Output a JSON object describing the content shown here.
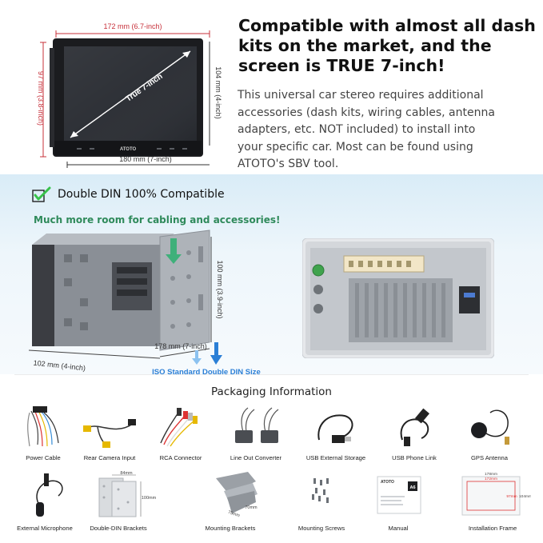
{
  "top": {
    "dim_width": "172 mm (6.7-inch)",
    "dim_height_left": "97 mm (3.8-inch)",
    "dim_height_right": "104 mm (4-inch)",
    "dim_bottom": "180 mm (7-inch)",
    "diagonal": "True 7-inch",
    "brand": "ATOTO",
    "headline": [
      "Compatible with almost all dash",
      "kits on the market, and the",
      "screen is TRUE 7-inch!"
    ],
    "description": [
      "This universal car stereo requires additional",
      "accessories (dash kits, wiring cables, antenna",
      "adapters, etc. NOT included) to install into",
      "your specific car. Most can be found using",
      "ATOTO's SBV tool."
    ]
  },
  "din": {
    "compat": "Double DIN 100% Compatible",
    "room": "Much more room for cabling and accessories!",
    "dim_height": "100 mm (3.9-inch)",
    "dim_depth": "178 mm (7-inch)",
    "dim_width": "102 mm (4-inch)",
    "iso": "ISO Standard Double DIN Size"
  },
  "packaging": {
    "title": "Packaging Information",
    "items": [
      {
        "label": "Power Cable",
        "icon": "power-cable-icon"
      },
      {
        "label": "Rear Camera Input",
        "icon": "rear-camera-cable-icon"
      },
      {
        "label": "RCA Connector",
        "icon": "rca-connector-icon"
      },
      {
        "label": "Line Out Converter",
        "icon": "line-out-converter-icon"
      },
      {
        "label": "USB External Storage",
        "icon": "usb-storage-cable-icon"
      },
      {
        "label": "USB Phone Link",
        "icon": "usb-phone-link-icon"
      },
      {
        "label": "GPS Antenna",
        "icon": "gps-antenna-icon"
      },
      {
        "label": "External Microphone",
        "icon": "microphone-icon"
      },
      {
        "label": "Double-DIN Brackets",
        "icon": "din-brackets-icon"
      },
      {
        "label": "Mounting Brackets",
        "icon": "mounting-brackets-icon"
      },
      {
        "label": "Mounting Screws",
        "icon": "screws-icon"
      },
      {
        "label": "Manual",
        "icon": "manual-icon"
      },
      {
        "label": "Installation Frame",
        "icon": "installation-frame-icon"
      }
    ],
    "bracket_dim": "84mm",
    "bracket_dim2": "100mm",
    "mount_dim1": "75mm",
    "mount_dim2": "70mm",
    "frame_dim1": "178mm",
    "frame_dim2": "172mm",
    "frame_dim3": "97mm",
    "frame_dim4": "104mm",
    "manual_brand": "ATOTO",
    "manual_model": "A6"
  },
  "colors": {
    "dimension_red": "#c7303a",
    "accent_blue": "#2b7fd6",
    "green": "#2f8a5b",
    "check_green": "#37c24a"
  }
}
